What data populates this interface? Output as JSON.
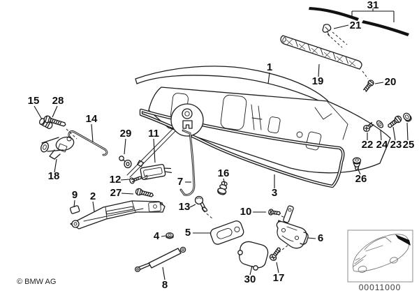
{
  "callouts": {
    "c1": "1",
    "c2": "2",
    "c3": "3",
    "c4": "4",
    "c5": "5",
    "c6": "6",
    "c7": "7",
    "c8": "8",
    "c9": "9",
    "c10": "10",
    "c11": "11",
    "c12": "12",
    "c13": "13",
    "c14": "14",
    "c15": "15",
    "c16": "16",
    "c17": "17",
    "c18": "18",
    "c19": "19",
    "c20": "20",
    "c21": "21",
    "c22": "22",
    "c23": "23",
    "c24": "24",
    "c25": "25",
    "c26": "26",
    "c27": "27",
    "c28": "28",
    "c29": "29",
    "c30": "30",
    "c31": "31"
  },
  "footer": {
    "copyright": "© BMW AG",
    "doc_number": "00011000"
  },
  "colors": {
    "line": "#1c1c1c",
    "background": "#ffffff",
    "highlight_fill": "#111111",
    "thumbnail_border": "#8c8c8c"
  }
}
